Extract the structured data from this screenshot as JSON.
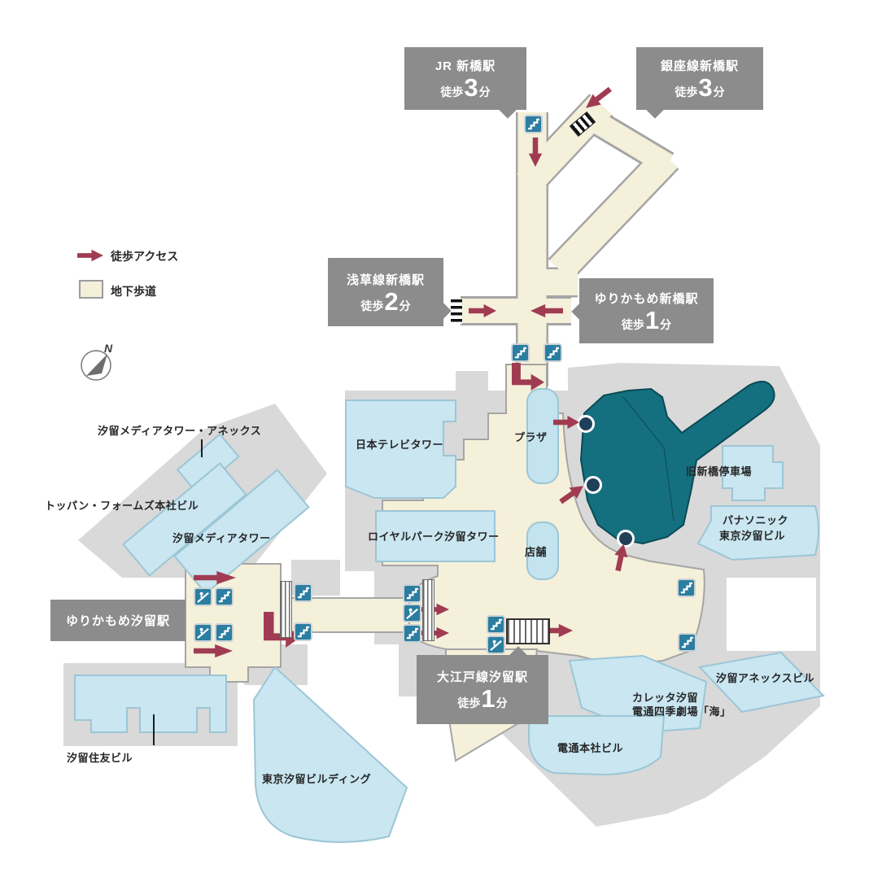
{
  "legend": {
    "walk_access": "徒歩アクセス",
    "underground": "地下歩道",
    "north": "N"
  },
  "stations": {
    "jr": {
      "name": "JR 新橋駅",
      "walk": "徒歩",
      "min": "3",
      "unit": "分"
    },
    "ginza": {
      "name": "銀座線新橋駅",
      "walk": "徒歩",
      "min": "3",
      "unit": "分"
    },
    "asakusa": {
      "name": "浅草線新橋駅",
      "walk": "徒歩",
      "min": "2",
      "unit": "分"
    },
    "yurikamome_shinbashi": {
      "name": "ゆりかもめ新橋駅",
      "walk": "徒歩",
      "min": "1",
      "unit": "分"
    },
    "yurikamome_shiodome": {
      "name": "ゆりかもめ汐留駅"
    },
    "oedo_shiodome": {
      "name": "大江戸線汐留駅",
      "walk": "徒歩",
      "min": "1",
      "unit": "分"
    }
  },
  "buildings": {
    "media_annex": "汐留メディアタワー・アネックス",
    "toppan": "トッパン・フォームズ本社ビル",
    "media_tower": "汐留メディアタワー",
    "nittele": "日本テレビタワー",
    "royal_park": "ロイヤルパーク汐留タワー",
    "plaza": "プラザ",
    "tenpo": "店舗",
    "kyu_shinbashi": "旧新橋停車場",
    "panasonic_1": "パナソニック",
    "panasonic_2": "東京汐留ビル",
    "annex": "汐留アネックスビル",
    "caretta_1": "カレッタ汐留",
    "caretta_2": "電通四季劇場「海」",
    "dentsu": "電通本社ビル",
    "sumitomo": "汐留住友ビル",
    "tokyo_shiodome": "東京汐留ビルディング"
  },
  "colors": {
    "walk_arrow_red": "#a03c52",
    "underground_walkway_cream": "#f4f0da",
    "building_blue": "#c9e6f1",
    "highlight_building_teal": "#14707f",
    "plot_gray": "#d9d9d9",
    "station_label_gray": "#8c8c8c",
    "pictogram_blue": "#2b7ea1"
  }
}
